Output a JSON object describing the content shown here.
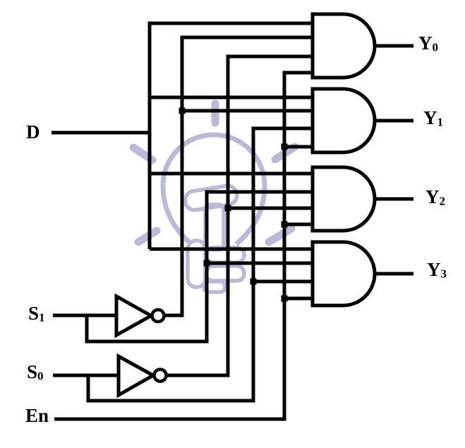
{
  "diagram": {
    "kind": "logic-circuit",
    "description": "1-to-4 demultiplexer: four 4-input AND gates driven by D, En, and true/inverted select lines S1 and S0 through two NOT gates",
    "colors": {
      "background": "#ffffff",
      "wire": "#000000",
      "watermark": "#b9b9d8"
    },
    "inputs": {
      "d": {
        "base": "D",
        "sub": ""
      },
      "s1": {
        "base": "S",
        "sub": "1"
      },
      "s0": {
        "base": "S",
        "sub": "0"
      },
      "en": {
        "base": "En",
        "sub": ""
      }
    },
    "outputs": {
      "y0": {
        "base": "Y",
        "sub": "0"
      },
      "y1": {
        "base": "Y",
        "sub": "1"
      },
      "y2": {
        "base": "Y",
        "sub": "2"
      },
      "y3": {
        "base": "Y",
        "sub": "3"
      }
    }
  }
}
